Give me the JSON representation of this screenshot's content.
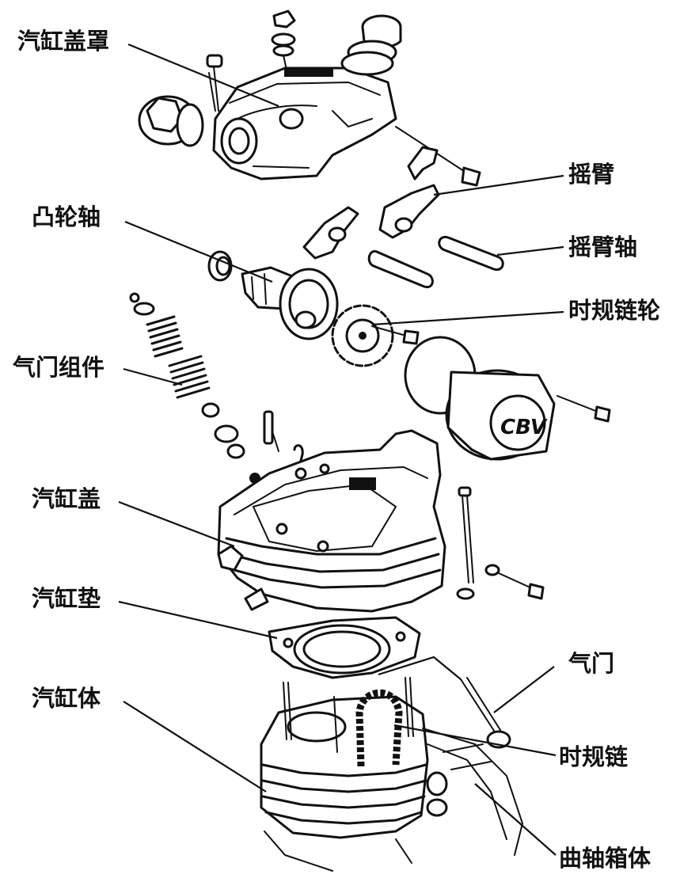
{
  "labels": {
    "cylinder_head_cover": "汽缸盖罩",
    "rocker_arm": "摇臂",
    "camshaft": "凸轮轴",
    "rocker_arm_shaft": "摇臂轴",
    "timing_sprocket": "时规链轮",
    "valve_assembly": "气门组件",
    "cylinder_head": "汽缸盖",
    "cylinder_gasket": "汽缸垫",
    "valve": "气门",
    "cylinder_block": "汽缸体",
    "timing_chain": "时规链",
    "crankcase": "曲轴箱体"
  },
  "logo_text": "CBV"
}
